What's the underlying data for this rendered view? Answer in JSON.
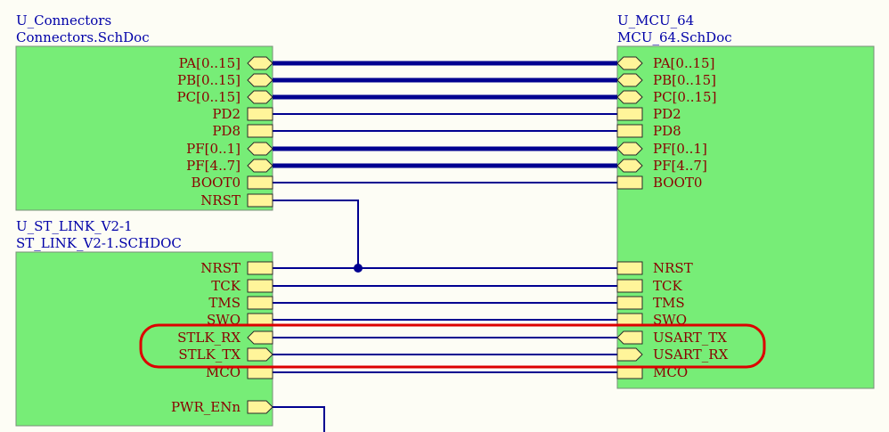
{
  "sheets": {
    "connectors": {
      "designator": "U_Connectors",
      "file": "Connectors.SchDoc",
      "ports": [
        {
          "label": "PA[0..15]",
          "shape": "bidir"
        },
        {
          "label": "PB[0..15]",
          "shape": "bidir"
        },
        {
          "label": "PC[0..15]",
          "shape": "bidir"
        },
        {
          "label": "PD2",
          "shape": "plain"
        },
        {
          "label": "PD8",
          "shape": "plain"
        },
        {
          "label": "PF[0..1]",
          "shape": "bidir"
        },
        {
          "label": "PF[4..7]",
          "shape": "bidir"
        },
        {
          "label": "BOOT0",
          "shape": "plain"
        },
        {
          "label": "NRST",
          "shape": "plain"
        }
      ]
    },
    "stlink": {
      "designator": "U_ST_LINK_V2-1",
      "file": "ST_LINK_V2-1.SCHDOC",
      "ports": [
        {
          "label": "NRST",
          "shape": "plain"
        },
        {
          "label": "TCK",
          "shape": "plain"
        },
        {
          "label": "TMS",
          "shape": "plain"
        },
        {
          "label": "SWO",
          "shape": "plain"
        },
        {
          "label": "STLK_RX",
          "shape": "input"
        },
        {
          "label": "STLK_TX",
          "shape": "output"
        },
        {
          "label": "MCO",
          "shape": "plain"
        },
        {
          "label": "PWR_ENn",
          "shape": "output"
        }
      ]
    },
    "mcu": {
      "designator": "U_MCU_64",
      "file": "MCU_64.SchDoc",
      "ports": [
        {
          "label": "PA[0..15]",
          "shape": "bidir"
        },
        {
          "label": "PB[0..15]",
          "shape": "bidir"
        },
        {
          "label": "PC[0..15]",
          "shape": "bidir"
        },
        {
          "label": "PD2",
          "shape": "plain"
        },
        {
          "label": "PD8",
          "shape": "plain"
        },
        {
          "label": "PF[0..1]",
          "shape": "bidir"
        },
        {
          "label": "PF[4..7]",
          "shape": "bidir"
        },
        {
          "label": "BOOT0",
          "shape": "plain"
        },
        {
          "label": "NRST",
          "shape": "plain"
        },
        {
          "label": "TCK",
          "shape": "plain"
        },
        {
          "label": "TMS",
          "shape": "plain"
        },
        {
          "label": "SWO",
          "shape": "plain"
        },
        {
          "label": "USART_TX",
          "shape": "input"
        },
        {
          "label": "USART_RX",
          "shape": "output"
        },
        {
          "label": "MCO",
          "shape": "plain"
        }
      ]
    }
  },
  "connections": [
    {
      "from": "PA[0..15]",
      "to": "PA[0..15]",
      "kind": "bus"
    },
    {
      "from": "PB[0..15]",
      "to": "PB[0..15]",
      "kind": "bus"
    },
    {
      "from": "PC[0..15]",
      "to": "PC[0..15]",
      "kind": "bus"
    },
    {
      "from": "PD2",
      "to": "PD2",
      "kind": "wire"
    },
    {
      "from": "PD8",
      "to": "PD8",
      "kind": "wire"
    },
    {
      "from": "PF[0..1]",
      "to": "PF[0..1]",
      "kind": "bus"
    },
    {
      "from": "PF[4..7]",
      "to": "PF[4..7]",
      "kind": "bus"
    },
    {
      "from": "BOOT0",
      "to": "BOOT0",
      "kind": "wire"
    },
    {
      "from": "NRST",
      "to": "NRST",
      "kind": "wire"
    },
    {
      "from": "TCK",
      "to": "TCK",
      "kind": "wire"
    },
    {
      "from": "TMS",
      "to": "TMS",
      "kind": "wire"
    },
    {
      "from": "SWO",
      "to": "SWO",
      "kind": "wire"
    },
    {
      "from": "STLK_RX",
      "to": "USART_TX",
      "kind": "wire"
    },
    {
      "from": "STLK_TX",
      "to": "USART_RX",
      "kind": "wire"
    },
    {
      "from": "MCO",
      "to": "MCO",
      "kind": "wire"
    }
  ],
  "highlight": {
    "color": "#dd0000",
    "covers": [
      "STLK_RX",
      "STLK_TX",
      "USART_TX",
      "USART_RX"
    ]
  },
  "colors": {
    "sheet_fill": "#77ed77",
    "port_fill": "#fff59a",
    "wire": "#000090",
    "title_text": "#0000a8",
    "port_text": "#8a0000",
    "background": "#fdfdf5"
  }
}
